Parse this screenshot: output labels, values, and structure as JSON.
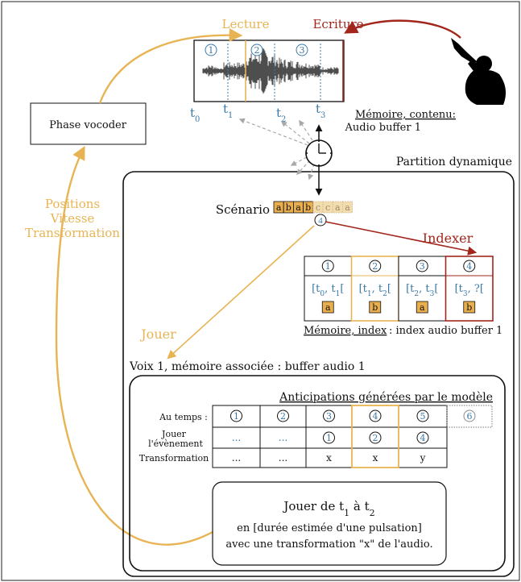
{
  "colors": {
    "orange": "#e8b453",
    "red": "#a2261b",
    "blue": "#3a79a7",
    "grey": "#a8a8a8",
    "black": "#111111",
    "cell_fill": "#e9ae4d",
    "cell_fill_light": "#f3dcae"
  },
  "icons": [
    "clock-icon",
    "trumpet-player-icon"
  ],
  "labels": {
    "lecture": "Lecture",
    "ecriture": "Ecriture",
    "phase_vocoder": "Phase vocoder",
    "positions": "Positions",
    "vitesse": "Vitesse",
    "transformation": "Transformation",
    "memoire_contenu": "Mémoire, contenu:",
    "audio_buffer": "Audio buffer 1",
    "partition": "Partition dynamique",
    "scenario": "Scénario",
    "indexer": "Indexer",
    "jouer": "Jouer",
    "memoire_index": "Mémoire, index",
    "index_audio": ": index audio buffer 1",
    "voix": "Voix 1, mémoire associée : buffer audio 1",
    "anticipations": "Anticipations générées par le modèle"
  },
  "waveform": {
    "segments": [
      "1",
      "2",
      "3"
    ],
    "times": [
      {
        "t": "t",
        "sub": "0"
      },
      {
        "t": "t",
        "sub": "1"
      },
      {
        "t": "t",
        "sub": "2"
      },
      {
        "t": "t",
        "sub": "3"
      }
    ]
  },
  "scenario": {
    "cells": [
      "a",
      "b",
      "a",
      "b",
      "c",
      "c",
      "a",
      "a"
    ],
    "played_count": 4,
    "marker": "4"
  },
  "index": [
    {
      "num": "1",
      "start": "0",
      "end": "1",
      "label": "a",
      "open": "["
    },
    {
      "num": "2",
      "start": "1",
      "end": "2",
      "label": "b",
      "open": "["
    },
    {
      "num": "3",
      "start": "2",
      "end": "3",
      "label": "a",
      "open": "["
    },
    {
      "num": "4",
      "start": "3",
      "end": "?",
      "label": "b",
      "open": "["
    }
  ],
  "anticipation": {
    "row_labels": [
      "Au temps :",
      "Jouer",
      "l'évènement",
      "Transformation"
    ],
    "times": [
      "1",
      "2",
      "3",
      "4",
      "5",
      "6"
    ],
    "events": [
      "...",
      "...",
      "1",
      "2",
      "4"
    ],
    "transforms": [
      "...",
      "...",
      "x",
      "x",
      "y"
    ]
  },
  "note": {
    "line1a": "Jouer de t",
    "line1sub1": "1",
    "line1b": " à t",
    "line1sub2": "2",
    "line2": "en [durée estimée d'une pulsation]",
    "line3": "avec une transformation \"x\" de l'audio."
  }
}
